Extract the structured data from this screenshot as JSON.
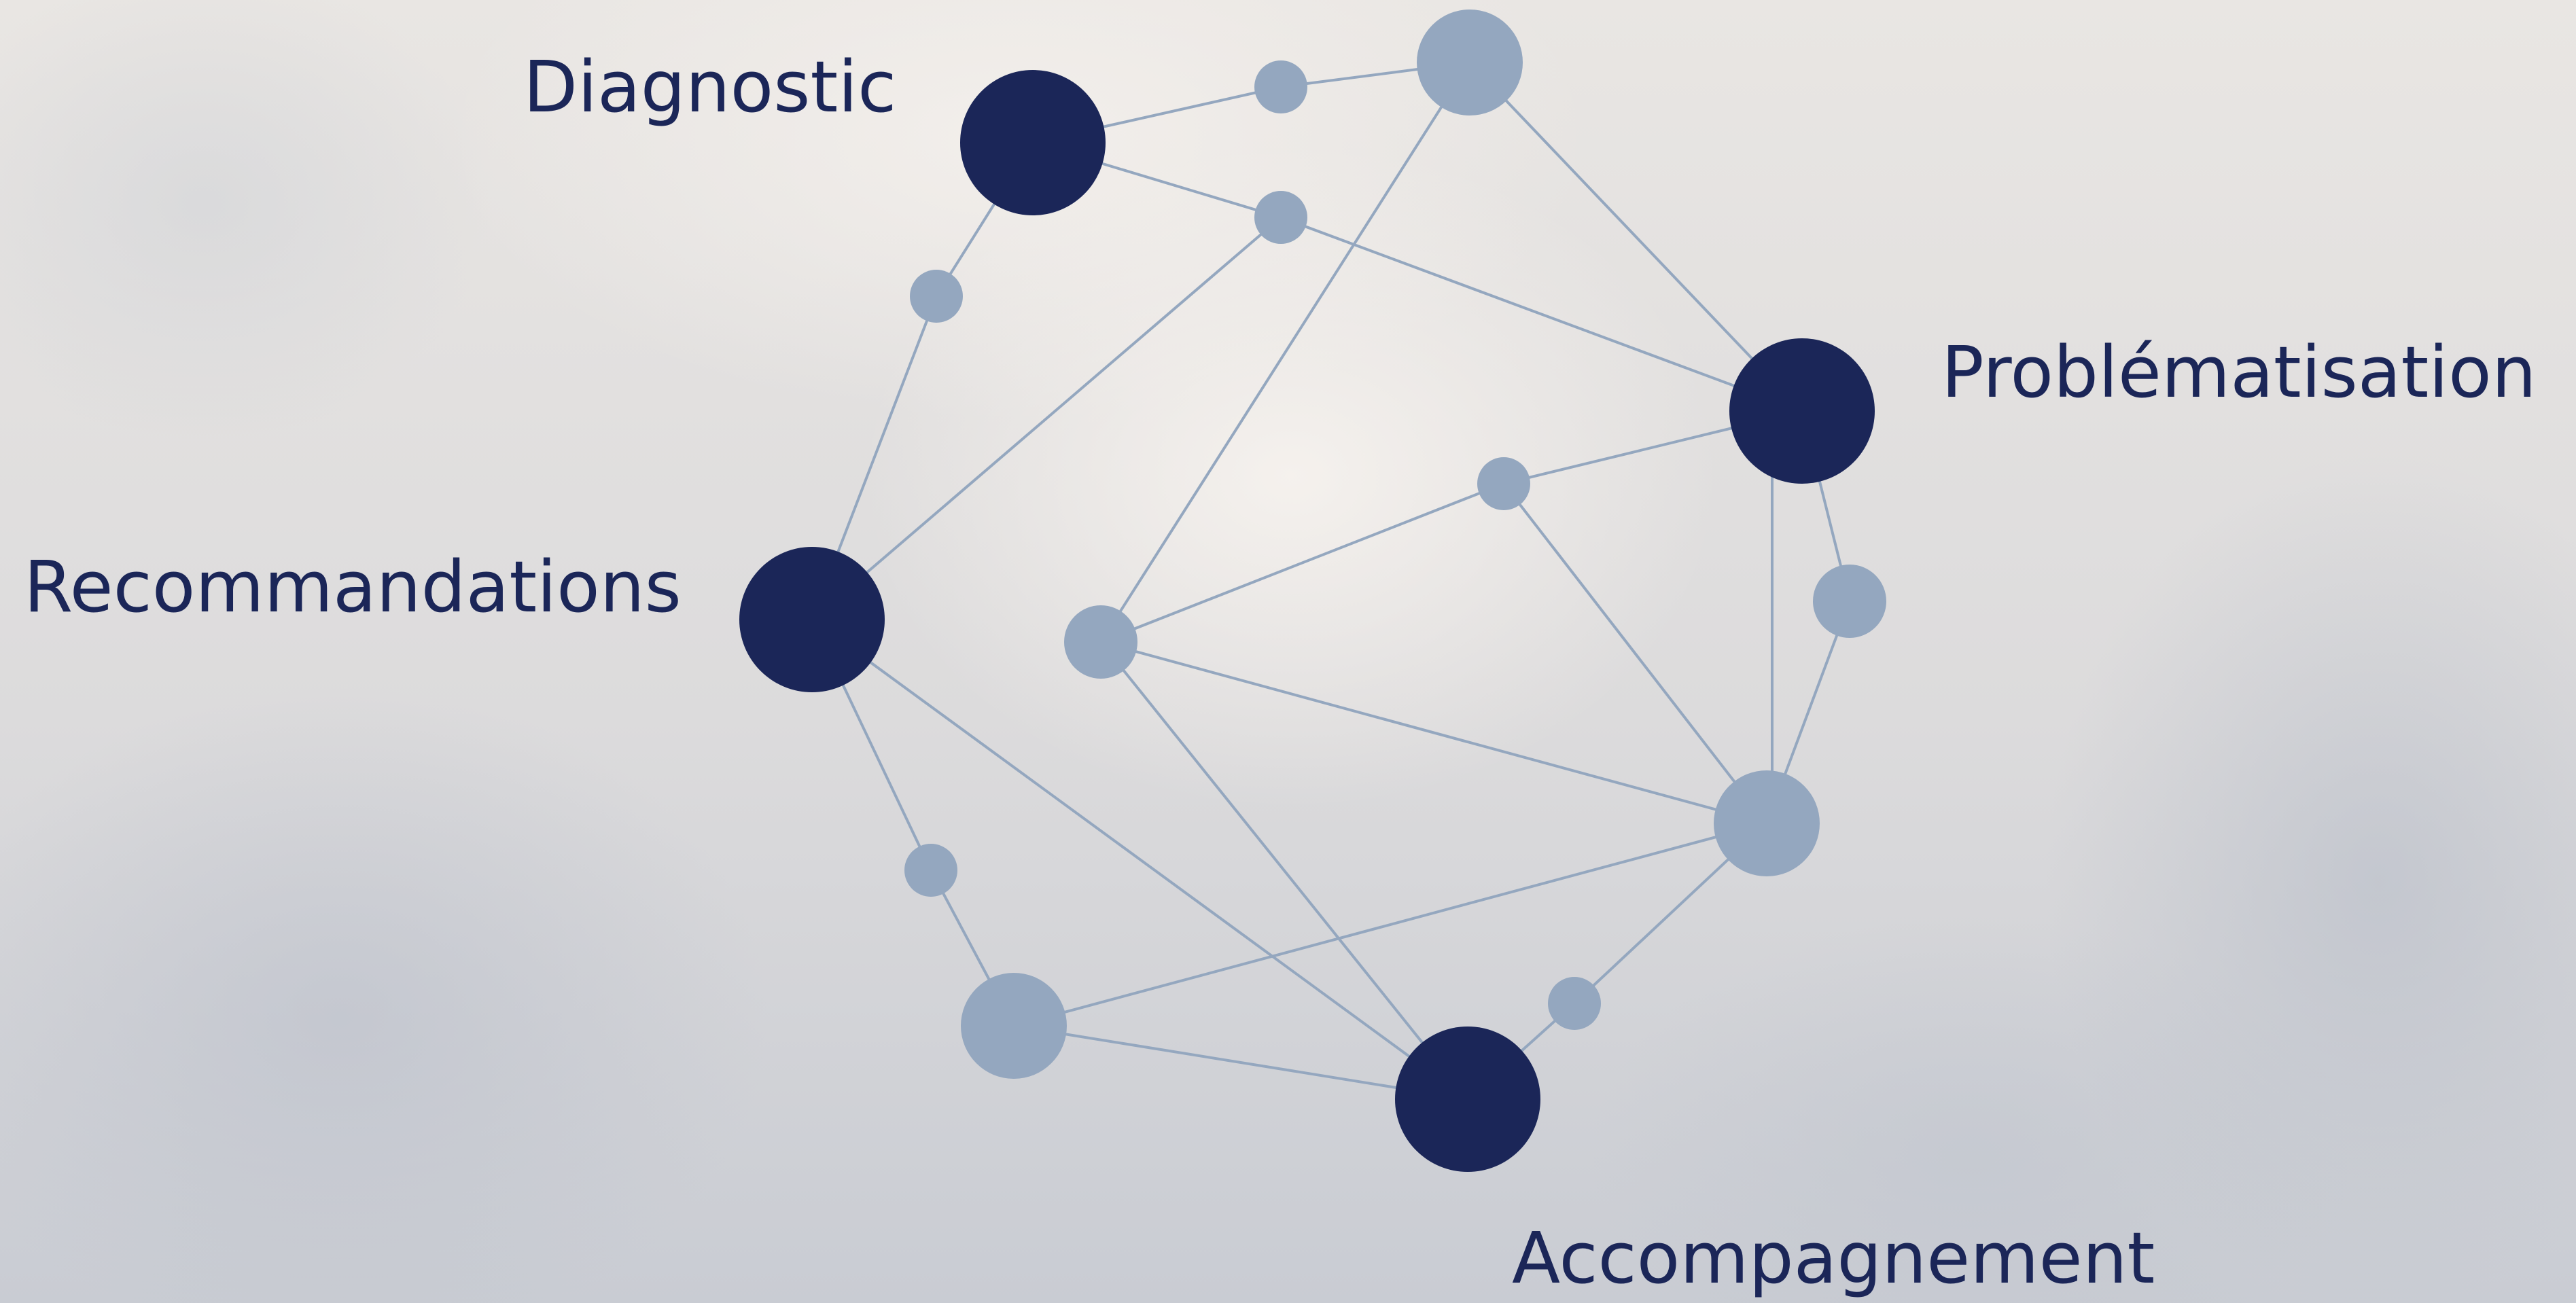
{
  "labels": {
    "diagnostic": "Diagnostic",
    "problematisation": "Problématisation",
    "recommandations": "Recommandations",
    "accompagnement": "Accompagnement"
  },
  "colors": {
    "primary_node": "#1b2658",
    "secondary_node": "#94a7bf",
    "edge": "#94a7bf",
    "label_text": "#1b2658"
  },
  "diagram": {
    "primary_nodes": [
      "Diagnostic",
      "Problématisation",
      "Recommandations",
      "Accompagnement"
    ],
    "primary_node_count": 4
  }
}
